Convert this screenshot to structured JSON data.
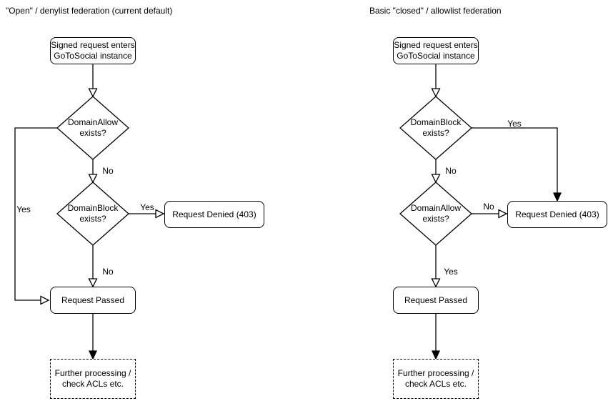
{
  "diagram": {
    "left": {
      "title": "\"Open\" / denylist federation (current default)",
      "nodes": {
        "start": "Signed request enters\nGoToSocial instance",
        "decision1": "DomainAllow\nexists?",
        "decision2": "DomainBlock\nexists?",
        "denied": "Request Denied (403)",
        "passed": "Request Passed",
        "further": "Further processing /\ncheck ACLs etc."
      },
      "edge_labels": {
        "decision1_yes": "Yes",
        "decision1_no": "No",
        "decision2_yes": "Yes",
        "decision2_no": "No"
      }
    },
    "right": {
      "title": "Basic \"closed\" / allowlist federation",
      "nodes": {
        "start": "Signed request enters\nGoToSocial instance",
        "decision1": "DomainBlock\nexists?",
        "decision2": "DomainAllow\nexists?",
        "denied": "Request Denied (403)",
        "passed": "Request Passed",
        "further": "Further processing /\ncheck ACLs etc."
      },
      "edge_labels": {
        "decision1_yes": "Yes",
        "decision1_no": "No",
        "decision2_no": "No",
        "decision2_yes": "Yes"
      }
    },
    "colors": {
      "stroke": "#000000",
      "node_fill": "#ffffff",
      "text": "#000000",
      "background": "#ffffff"
    }
  }
}
